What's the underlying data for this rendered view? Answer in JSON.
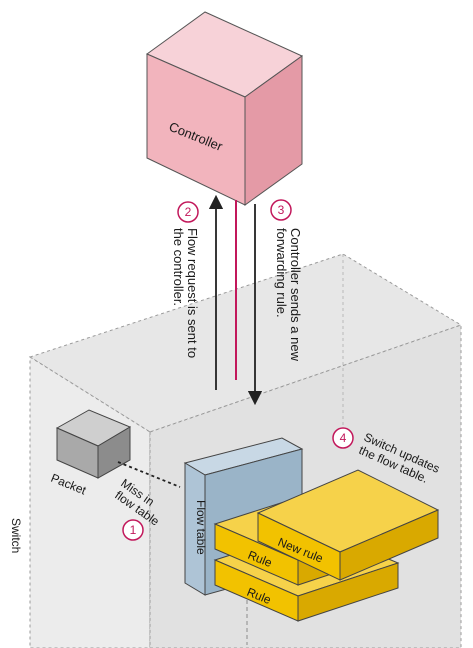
{
  "controller": {
    "label": "Controller",
    "colors": {
      "front": "#f2b4bd",
      "top": "#f7d2d8",
      "side": "#e49aa6"
    }
  },
  "switch": {
    "label": "Switch",
    "colors": {
      "top": "#e2e2e2",
      "front": "#e8e8e8",
      "side": "#dadada"
    }
  },
  "packet": {
    "label": "Packet"
  },
  "flow_table": {
    "label": "Flow table",
    "color": "#aec4d6"
  },
  "rules": [
    {
      "label": "New rule"
    },
    {
      "label": "Rule"
    },
    {
      "label": "Rule"
    }
  ],
  "rule_color": "#f2c200",
  "accent_color": "#c2185b",
  "steps": [
    {
      "number": "1",
      "line1": "Miss in",
      "line2": "flow table"
    },
    {
      "number": "2",
      "line1": "Flow request is sent to",
      "line2": "the controller."
    },
    {
      "number": "3",
      "line1": "Controller sends a new",
      "line2": "forwarding rule."
    },
    {
      "number": "4",
      "line1": "Switch updates",
      "line2": "the flow table."
    }
  ]
}
